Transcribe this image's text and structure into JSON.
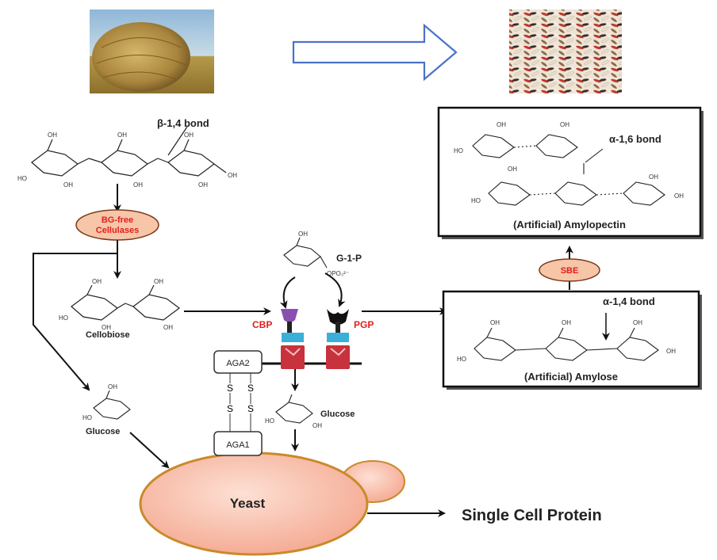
{
  "photos": {
    "straw_bale": "straw-bale-photo",
    "rice_grains": "colored-rice-grains-photo"
  },
  "labels": {
    "beta_bond": "β-1,4 bond",
    "bg_free_cellulases": [
      "BG-free",
      "Cellulases"
    ],
    "cellobiose": "Cellobiose",
    "glucose_left": "Glucose",
    "glucose_mid": "Glucose",
    "g1p": "G-1-P",
    "cbp": "CBP",
    "pgp": "PGP",
    "aga2": "AGA2",
    "aga1": "AGA1",
    "disulfide_s": "S",
    "yeast": "Yeast",
    "single_cell_protein": "Single Cell Protein",
    "alpha16_bond": "α-1,6 bond",
    "amylopectin": "(Artificial) Amylopectin",
    "sbe": "SBE",
    "alpha14_bond": "α-1,4 bond",
    "amylose": "(Artificial) Amylose"
  },
  "colors": {
    "enzyme_oval_fill": "#f7c5a8",
    "enzyme_oval_stroke": "#7a3a1a",
    "enzyme_text": "#e0201c",
    "yeast_fill": "#f5b8a8",
    "yeast_stroke": "#c98a2a",
    "cbp_purple": "#8a4fb0",
    "pgp_black": "#111111",
    "linker_cyan": "#3ab0d8",
    "anchor_red": "#c8323c",
    "hollow_arrow": "#4a72c8"
  }
}
